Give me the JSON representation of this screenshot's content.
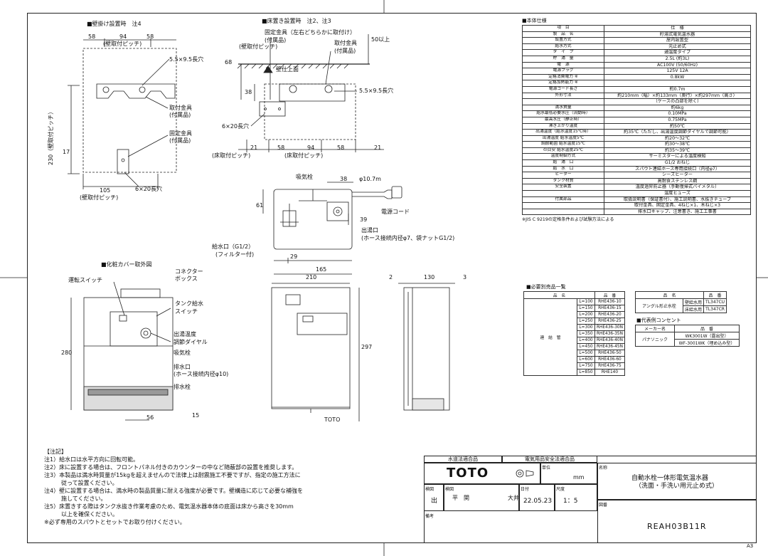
{
  "views": {
    "wall_mount": {
      "title": "■壁掛け設置時　注4",
      "dims": [
        "58",
        "94",
        "58",
        "(壁取付ピッチ)",
        "5.5×9.5長穴",
        "取付金具",
        "(付属品)",
        "固定金具",
        "(付属品)",
        "230（壁取付ピッチ）",
        "17",
        "105",
        "(壁取付ピッチ)",
        "6×20長穴"
      ]
    },
    "floor_mount": {
      "title": "■床置き設置時　注2、注3",
      "labels": [
        "固定金具（左右どちらかに取付け）",
        "(付属品)",
        "取付金具",
        "(付属品)",
        "68",
        "(壁取付ピッチ)",
        "50以上",
        "壁仕上面",
        "38",
        "5.5×9.5長穴",
        "6×20長穴",
        "21",
        "58",
        "94",
        "58",
        "21",
        "(床取付ピッチ)",
        "(床取付ピッチ)"
      ]
    },
    "top": {
      "labels": [
        "吸気栓",
        "38",
        "φ10.7m",
        "61",
        "電源コード",
        "39",
        "出湯口",
        "(ホース接続内径φ7、袋ナットG1/2)",
        "給水口（G1/2）",
        "(フィルター付)",
        "29",
        "165"
      ]
    },
    "cover": {
      "title": "■化粧カバー取外図",
      "labels": [
        "運転スイッチ",
        "コネクター",
        "ボックス",
        "タンク給水",
        "スイッチ",
        "出湯温度",
        "調節ダイヤル",
        "吸気栓",
        "排水口",
        "(ホース接続内径φ10)",
        "排水栓",
        "280",
        "56",
        "15"
      ]
    },
    "front": {
      "labels": [
        "210",
        "297",
        "TOTO"
      ]
    },
    "side": {
      "labels": [
        "2",
        "130",
        "3"
      ]
    }
  },
  "spec_title": "■本体仕様",
  "spec_rows": [
    [
      "項　目",
      "仕　様"
    ],
    [
      "製　品　名",
      "貯湯式電気温水器"
    ],
    [
      "設置方式",
      "屋内設置型"
    ],
    [
      "給水方式",
      "元止め式"
    ],
    [
      "タ　イ　プ",
      "通温度タイプ"
    ],
    [
      "貯　湯　量",
      "2.5L (約3L)"
    ],
    [
      "電　源",
      "AC100V (50/60Hz)"
    ],
    [
      "電源プラグ",
      "125V 12A"
    ],
    [
      "定格消費電力 ※",
      "0.8kW"
    ],
    [
      "定格加熱能力 ※",
      ""
    ],
    [
      "電源コード長さ",
      "約0.7m"
    ],
    [
      "外形寸法",
      "約210mm（幅）×約133mm（奥行）×約297mm（高さ）"
    ],
    [
      "",
      "（ケースの凸部を除く）"
    ],
    [
      "満水質量",
      "約6kg"
    ],
    [
      "給水最低必要水圧（流動時）",
      "0.10MPa"
    ],
    [
      "最高水圧（静止時）",
      "0.75MPa"
    ],
    [
      "沸き上がり温度",
      "約50℃"
    ],
    [
      "出湯温度（給水温度15℃時）",
      "約35℃（ただし、出湯温度調節ダイヤルで調節可能）"
    ],
    [
      "出湯温度 給水温度5℃",
      "約20〜32℃"
    ],
    [
      "調節範囲 給水温度15℃",
      "約30〜38℃"
    ],
    [
      "の目安 給水温度25℃",
      "約35〜39℃"
    ],
    [
      "温度制御方式",
      "サーミスターによる温度検知"
    ],
    [
      "給　湯　口",
      "G1/2 おねじ"
    ],
    [
      "給　水　口",
      "スパウト連結ホース専用接続口（内径φ7）"
    ],
    [
      "ヒーター",
      "シーズヒーター"
    ],
    [
      "タンク材質",
      "高耐食ステンレス鋼"
    ],
    [
      "安全装置",
      "温度過昇防止器（手動復帰式バイメタル）"
    ],
    [
      "",
      "温度ヒューズ"
    ],
    [
      "付属部品",
      "取扱説明書（保証書付）、施工説明書、水抜きチューブ"
    ],
    [
      "",
      "取付金具、固定金具、4ねじ×1、木ねじ×3"
    ],
    [
      "",
      "排水口キャップ、注意書き、施工工事書"
    ]
  ],
  "spec_note": "※JIS C 9219の定格条件および試験方法による",
  "parts_title": "■必要別売品一覧",
  "parts_header": [
    "品　名",
    "品　番"
  ],
  "parts_label": "連　結　管",
  "parts_rows": [
    [
      "L=100",
      "RHE436-10"
    ],
    [
      "L=150",
      "RHE436-15"
    ],
    [
      "L=200",
      "RHE436-20"
    ],
    [
      "L=250",
      "RHE436-25"
    ],
    [
      "L=300",
      "RHE436-30N"
    ],
    [
      "L=350",
      "RHE436-35N"
    ],
    [
      "L=400",
      "RHE436-40N"
    ],
    [
      "L=450",
      "RHE436-45N"
    ],
    [
      "L=500",
      "RHE436-50"
    ],
    [
      "L=600",
      "RHE436-60"
    ],
    [
      "L=750",
      "RHE436-75"
    ],
    [
      "L=850",
      "RHE140"
    ]
  ],
  "angle_table": {
    "header": [
      "品　名",
      "品　番"
    ],
    "name": "アングル形止水栓",
    "rows": [
      [
        "壁給水用",
        "TL347CU"
      ],
      [
        "床給水用",
        "TL347CR"
      ]
    ]
  },
  "outlet_title": "■代表例コンセント",
  "outlet_table": {
    "header": [
      "メーカー名",
      "品　番"
    ],
    "maker": "パナソニック",
    "rows": [
      "WK3001W（露出型）",
      "WF-3001WK（埋め込み型）"
    ]
  },
  "notes_title": "【注記】",
  "notes": [
    "注1）給水口は水平方向に回転可能。",
    "注2）床に設置する場合は、フロントパネル付きのカウンターの中など随蔽部の設置を推奨します。",
    "注3）本製品は満水時質量が15kgを超えませんので法律上は耐震施工不要ですが、指定の施工方法に",
    "　　　従って設置ください。",
    "注4）壁に設置する場合は、満水時の製品質量に耐える強度が必要です。壁構造に応じて必要な補強を",
    "　　　施してください。",
    "注5）床置きする際はタンク水抜き作業考慮のため、電気温水器本体の底面は床から高さを30mm",
    "　　　以上を確保ください。",
    "※必ず専用のスパウトとセットでお取り付けください。"
  ],
  "title_block": {
    "cert1": "水道法適合品",
    "cert2": "電気用品安全法適合品",
    "brand": "TOTO",
    "unit_label": "単位",
    "unit": "mm",
    "name_label": "名称",
    "product_name": "自動水栓一体形電気温水器",
    "product_sub": "（洗面・手洗い用元止め式）",
    "checked_label": "検図",
    "checked": "出",
    "drawn_label": "検図",
    "drawn": "平　関",
    "drafter": "大井",
    "date_label": "日付",
    "date": "22.05.23",
    "scale_label": "尺度",
    "scale": "1：5",
    "drawing_no_label": "図番",
    "drawing_no": "REAH03B11R",
    "remarks_label": "備考"
  },
  "sheet_size": "A3"
}
